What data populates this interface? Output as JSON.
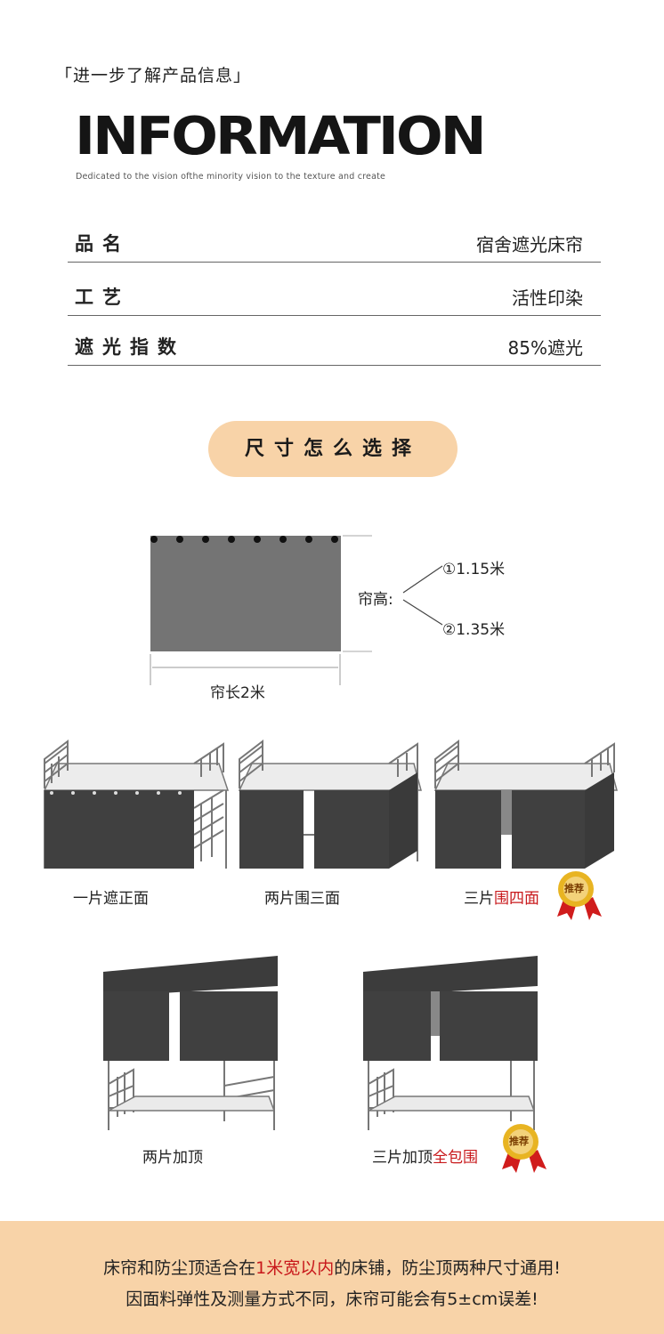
{
  "header": {
    "intro": "「进一步了解产品信息」",
    "title": "INFORMATION",
    "subtitle": "Dedicated to the vision ofthe minority vision to the texture and create"
  },
  "info_table": [
    {
      "key": "品名",
      "value": "宿舍遮光床帘"
    },
    {
      "key": "工艺",
      "value": "活性印染"
    },
    {
      "key": "遮光指数",
      "value": "85%遮光"
    }
  ],
  "size_button": "尺寸怎么选择",
  "dimension": {
    "height_label": "帘高:",
    "height_option1": "①1.15米",
    "height_option2": "②1.35米",
    "width_label": "帘长2米"
  },
  "options_row1": [
    {
      "label": "一片遮正面",
      "label_red": ""
    },
    {
      "label": "两片围三面",
      "label_red": ""
    },
    {
      "label": "三片",
      "label_red": "围四面",
      "badge": "推荐"
    }
  ],
  "options_row2": [
    {
      "label": "两片加顶",
      "label_red": ""
    },
    {
      "label": "三片加顶",
      "label_red": "全包围",
      "badge": "推荐"
    }
  ],
  "footer": {
    "line1_a": "床帘和防尘顶适合在",
    "line1_red": "1米宽以内",
    "line1_b": "的床铺，防尘顶两种尺寸通用!",
    "line2": "因面料弹性及测量方式不同，床帘可能会有5±cm误差!"
  },
  "colors": {
    "accent": "#f8d3a8",
    "highlight": "#c8181b",
    "curtain": "#404040"
  }
}
